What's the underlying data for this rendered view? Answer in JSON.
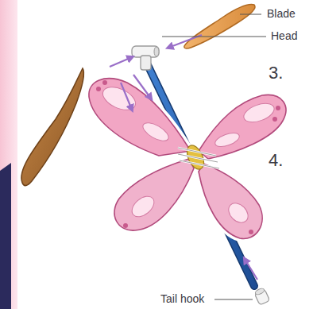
{
  "diagram": {
    "labels": [
      "Blade",
      "Head",
      "3.",
      "4.",
      "Tail hook"
    ]
  }
}
